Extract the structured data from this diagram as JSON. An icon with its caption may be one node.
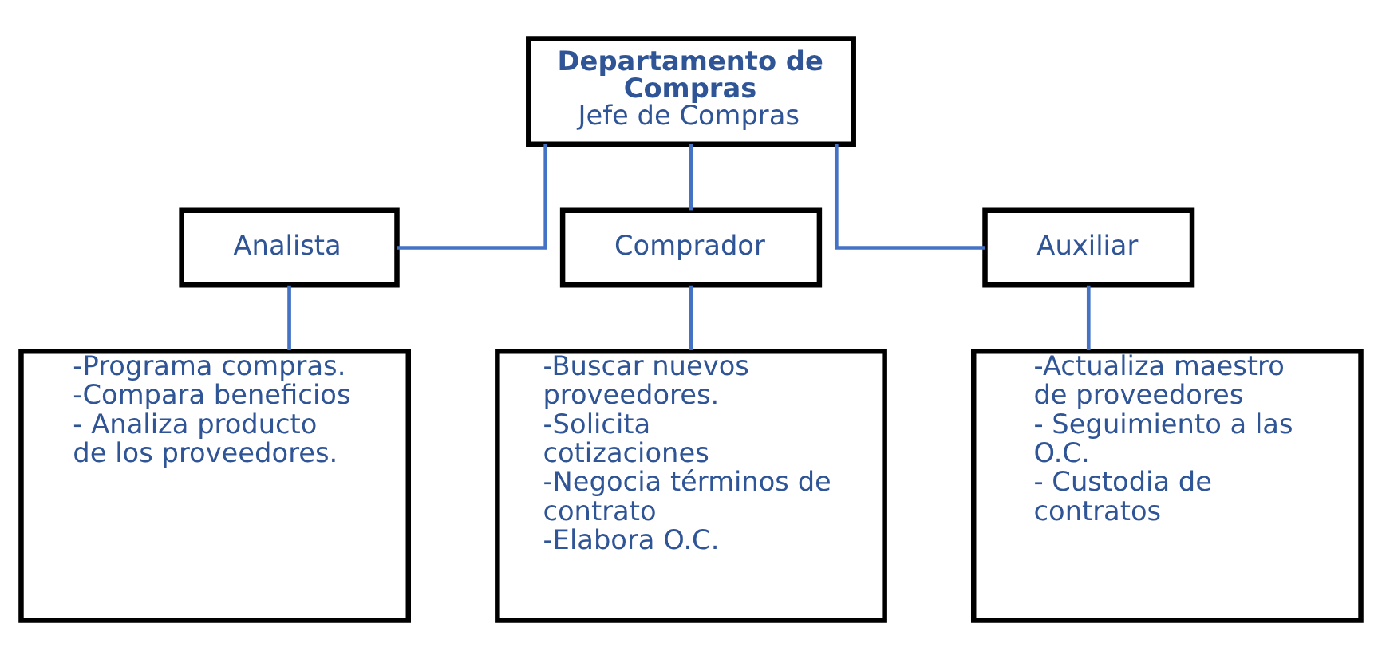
{
  "diagram": {
    "nodes": [
      {
        "text": [
          "Departamento de Compras",
          "Jefe de Compras"
        ]
      },
      {
        "text": [
          "Analista"
        ]
      },
      {
        "text": [
          "Comprador"
        ]
      },
      {
        "text": [
          "Auxiliar"
        ]
      },
      {
        "text": [
          "-Programa compras.",
          "-Compara beneficios",
          "- Analiza producto de los proveedores."
        ]
      },
      {
        "text": [
          "-Buscar nuevos proveedores.",
          "-Solicita cotizaciones",
          "-Negocia términos de contrato",
          "-Elabora O.C."
        ]
      },
      {
        "text": [
          "-Actualiza maestro de proveedores",
          "- Seguimiento a las O.C.",
          "- Custodia de contratos"
        ]
      }
    ],
    "edges": [
      {
        "from": 0,
        "to": 1,
        "arrow": "none"
      },
      {
        "from": 0,
        "to": 2,
        "arrow": "none"
      },
      {
        "from": 0,
        "to": 3,
        "arrow": "none"
      },
      {
        "from": 1,
        "to": 4,
        "arrow": "none"
      },
      {
        "from": 2,
        "to": 5,
        "arrow": "none"
      },
      {
        "from": 3,
        "to": 6,
        "arrow": "none"
      }
    ]
  }
}
